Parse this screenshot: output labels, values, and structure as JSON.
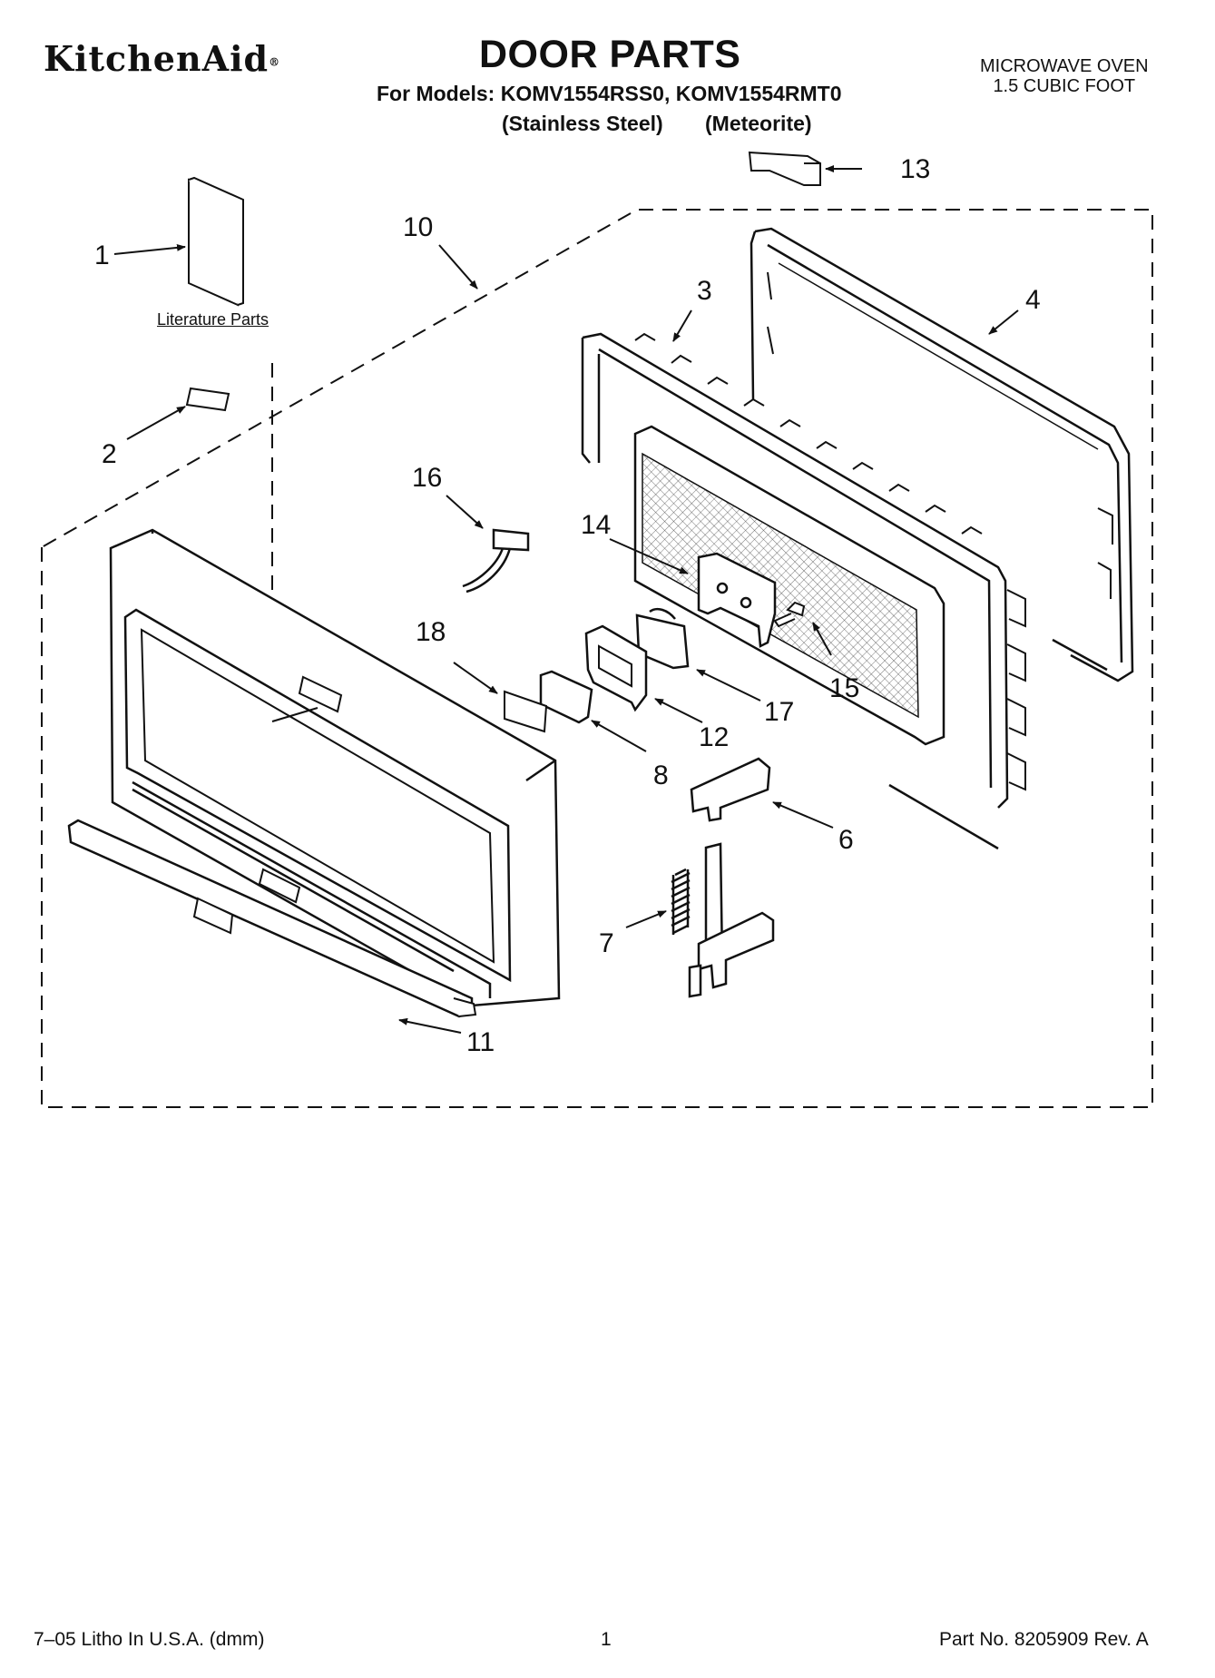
{
  "header": {
    "brand": "KitchenAid",
    "title": "DOOR PARTS",
    "models_line": "For Models: KOMV1554RSS0, KOMV1554RMT0",
    "variant_1": "(Stainless Steel)",
    "variant_2": "(Meteorite)",
    "product_line_1": "MICROWAVE OVEN",
    "product_line_2": "1.5 CUBIC FOOT"
  },
  "diagram": {
    "literature_label": "Literature Parts",
    "callouts": [
      "1",
      "2",
      "3",
      "4",
      "6",
      "7",
      "8",
      "10",
      "11",
      "12",
      "13",
      "14",
      "15",
      "16",
      "17",
      "18"
    ]
  },
  "footer": {
    "left": "7–05 Litho In U.S.A. (dmm)",
    "page": "1",
    "part_number": "Part No. 8205909 Rev. A"
  }
}
